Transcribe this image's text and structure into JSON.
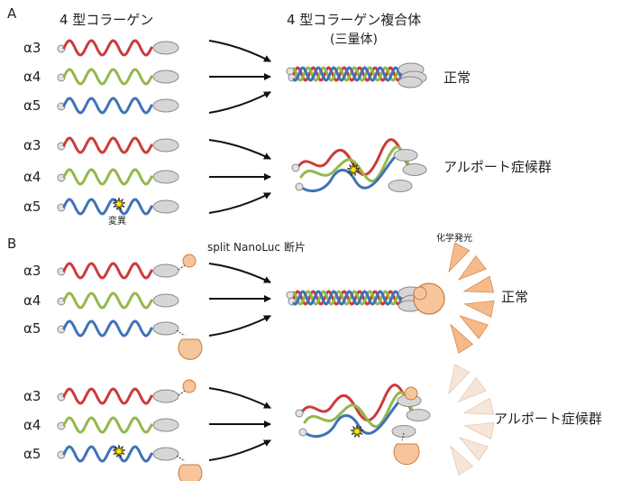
{
  "panels": {
    "a": {
      "label": "A",
      "left_title": "4 型コラーゲン",
      "right_title": "4 型コラーゲン複合体",
      "right_subtitle": "(三量体)",
      "chains": [
        "α3",
        "α4",
        "α5"
      ],
      "chains_mutant": [
        "α3",
        "α4",
        "α5"
      ],
      "mutation_label": "変異",
      "normal_label": "正常",
      "disease_label": "アルポート症候群"
    },
    "b": {
      "label": "B",
      "fragment_label": "split NanoLuc 断片",
      "luminescence_label": "化学発光",
      "chains": [
        "α3",
        "α4",
        "α5"
      ],
      "chains_mutant": [
        "α3",
        "α4",
        "α5"
      ],
      "normal_label": "正常",
      "disease_label": "アルポート症候群"
    }
  },
  "colors": {
    "alpha3": "#cc3b3b",
    "alpha4": "#93b84a",
    "alpha5": "#3f72b8",
    "globule": "#d6d6d6",
    "nanoluc": "#f7c59c",
    "light_ray": "#f6ba8a",
    "light_ray_faint": "#f6e6da",
    "mutation_star": "#ffe600"
  }
}
